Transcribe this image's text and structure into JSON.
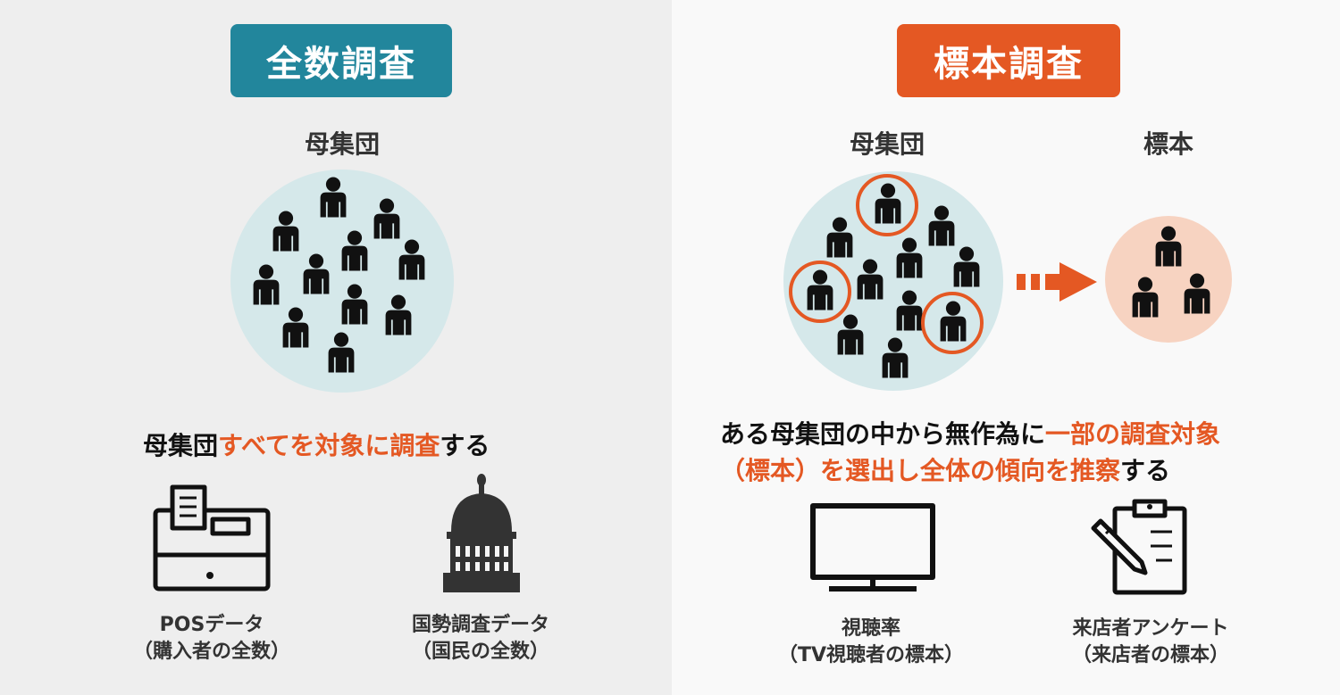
{
  "left": {
    "badge": "全数調査",
    "population_label": "母集団",
    "desc_parts": [
      {
        "text": "母集団",
        "hl": false
      },
      {
        "text": "すべてを対象に調査",
        "hl": true
      },
      {
        "text": "する",
        "hl": false
      }
    ],
    "examples": [
      {
        "icon": "cash-register-icon",
        "line1": "POSデータ",
        "line2": "（購入者の全数）"
      },
      {
        "icon": "capitol-building-icon",
        "line1": "国勢調査データ",
        "line2": "（国民の全数）"
      }
    ]
  },
  "right": {
    "badge": "標本調査",
    "population_label": "母集団",
    "sample_label": "標本",
    "desc_line1_parts": [
      {
        "text": "ある母集団の中から無作為に",
        "hl": false
      },
      {
        "text": "一部の調査対象",
        "hl": true
      }
    ],
    "desc_line2_parts": [
      {
        "text": "（標本）を選出し全体の傾向を推察",
        "hl": true
      },
      {
        "text": "する",
        "hl": false
      }
    ],
    "examples": [
      {
        "icon": "tv-monitor-icon",
        "line1": "視聴率",
        "line2": "（TV視聴者の標本）"
      },
      {
        "icon": "clipboard-pencil-icon",
        "line1": "来店者アンケート",
        "line2": "（来店者の標本）"
      }
    ]
  },
  "colors": {
    "teal": "#22869c",
    "orange": "#e45823",
    "population_circle": "#d5e8ea",
    "sample_circle": "#f7d3c1",
    "person": "#111111"
  }
}
